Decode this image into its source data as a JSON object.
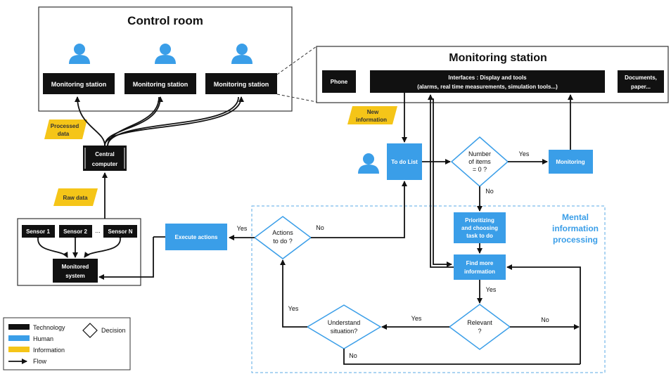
{
  "colors": {
    "technology": "#111111",
    "human": "#3a9ee8",
    "information": "#f5c518",
    "dashed": "#5aa9e6",
    "mental_text": "#3a9ee8"
  },
  "control_room": {
    "title": "Control room",
    "stations": [
      "Monitoring station",
      "Monitoring station",
      "Monitoring station"
    ]
  },
  "monitoring_station": {
    "title": "Monitoring station",
    "phone": "Phone",
    "interfaces_line1": "Interfaces : Display and tools",
    "interfaces_line2": "(alarms, real time measurements, simulation tools...)",
    "documents_line1": "Documents,",
    "documents_line2": "paper..."
  },
  "info_tags": {
    "processed_line1": "Processed",
    "processed_line2": "data",
    "raw": "Raw data",
    "new_line1": "New",
    "new_line2": "information"
  },
  "central_computer": {
    "line1": "Central",
    "line2": "computer"
  },
  "sensors": {
    "s1": "Sensor 1",
    "s2": "Sensor 2",
    "dots": "...",
    "sn": "Sensor N"
  },
  "monitored_system": {
    "line1": "Monitored",
    "line2": "system"
  },
  "process": {
    "todo": "To do List",
    "monitoring": "Monitoring",
    "prioritizing_line1": "Prioritizing",
    "prioritizing_line2": "and choosing",
    "prioritizing_line3": "task to do",
    "find_line1": "Find more",
    "find_line2": "information",
    "execute": "Execute actions"
  },
  "decisions": {
    "number_line1": "Number",
    "number_line2": "of items",
    "number_line3": "= 0 ?",
    "actions_line1": "Actions",
    "actions_line2": "to do  ?",
    "relevant_line1": "Relevant",
    "relevant_line2": "?",
    "understand_line1": "Understand",
    "understand_line2": "situation?"
  },
  "edge_labels": {
    "yes_monitoring": "Yes",
    "no_number": "No",
    "yes_execute": "Yes",
    "no_actions": "No",
    "yes_find": "Yes",
    "yes_relevant": "Yes",
    "no_relevant": "No",
    "yes_understand": "Yes",
    "no_understand": "No"
  },
  "mental": {
    "line1": "Mental",
    "line2": "information",
    "line3": "processing"
  },
  "legend": {
    "technology": "Technology",
    "human": "Human",
    "information": "Information",
    "flow": "Flow",
    "decision": "Decision"
  }
}
